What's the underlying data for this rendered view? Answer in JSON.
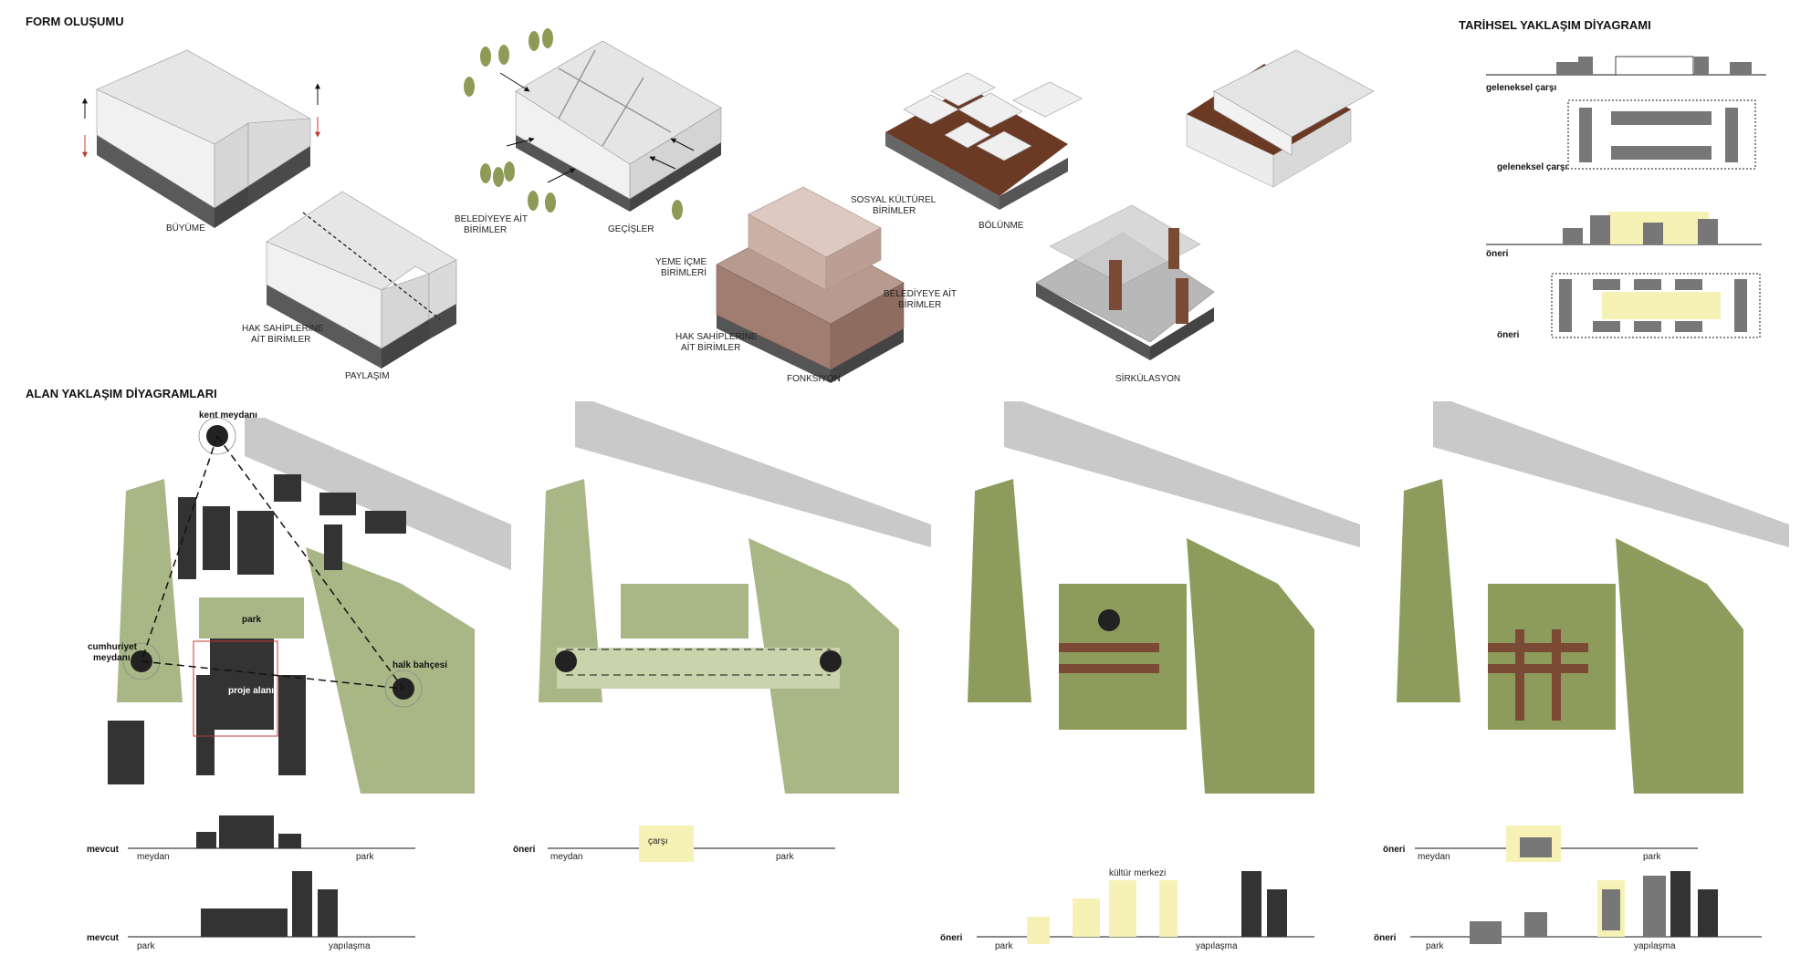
{
  "headings": {
    "form": "FORM OLUŞUMU",
    "historic": "TARİHSEL YAKLAŞIM DİYAGRAMI",
    "site": "ALAN YAKLAŞIM DİYAGRAMLARI"
  },
  "form_labels": {
    "growth": "BÜYÜME",
    "sharing": "PAYLAŞIM",
    "municipal_1": "BELEDİYEYE AİT",
    "municipal_2": "BİRİMLER",
    "owners_1": "HAK SAHİPLERİNE",
    "owners_2": "AİT BİRİMLER",
    "passages": "GEÇİŞLER",
    "division": "BÖLÜNME",
    "function": "FONKSİYON",
    "circulation": "SİRKÜLASYON",
    "social_1": "SOSYAL KÜLTÜREL",
    "social_2": "BİRİMLER",
    "food_1": "YEME İÇME",
    "food_2": "BİRİMLERİ",
    "fn_municipal_1": "BELEDİYEYE AİT",
    "fn_municipal_2": "BİRİMLER",
    "fn_owners_1": "HAK SAHİPLERİNE",
    "fn_owners_2": "AİT BİRİMLER"
  },
  "historic_labels": {
    "trad_section": "geleneksel çarşı",
    "trad_plan": "geleneksel çarşı",
    "prop_section": "öneri",
    "prop_plan": "öneri"
  },
  "site_labels": {
    "kent": "kent meydanı",
    "cumh_1": "cumhuriyet",
    "cumh_2": "meydanı",
    "park": "park",
    "halk": "halk bahçesi",
    "proje": "proje alanı"
  },
  "sections": {
    "mevcut": "mevcut",
    "oneri": "öneri",
    "meydan": "meydan",
    "park": "park",
    "yapilasma": "yapılaşma",
    "carsi": "çarşı",
    "kultur": "kültür merkezi"
  },
  "colors": {
    "green_light": "#a9b787",
    "green_dark": "#8d9c5c",
    "building": "#333333",
    "road": "#c9c9c9",
    "brown": "#7a4a35",
    "yellow": "#f6f1b4",
    "iso_top": "#e6e6e6",
    "iso_side": "#555555"
  }
}
